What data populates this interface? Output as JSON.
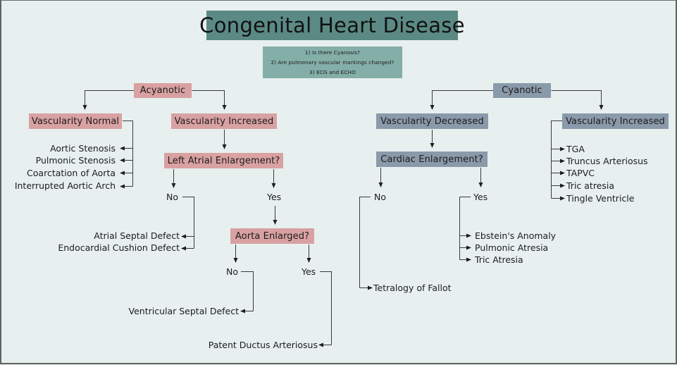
{
  "title": "Congenital Heart Disease",
  "questions": [
    "1) Is there Cyanosis?",
    "2) Are pulmonary vascular markings changed?",
    "3) ECG and ECHO"
  ],
  "colors": {
    "background": "#e7f0ef",
    "title_box": "#5b8a85",
    "questions_box": "#84aea8",
    "acyanotic_nodes": "#d9a1a2",
    "cyanotic_nodes": "#8a9aaa",
    "connector": "#2b2b2b"
  },
  "acyanotic": {
    "label": "Acyanotic",
    "vascularity_normal": {
      "label": "Vascularity Normal",
      "items": [
        "Aortic Stenosis",
        "Pulmonic Stenosis",
        "Coarctation of Aorta",
        "Interrupted Aortic Arch"
      ]
    },
    "vascularity_increased": {
      "label": "Vascularity Increased",
      "left_atrial_enlargement": {
        "label": "Left Atrial Enlargement?",
        "no": {
          "label": "No",
          "items": [
            "Atrial Septal Defect",
            "Endocardial Cushion Defect"
          ]
        },
        "yes": {
          "label": "Yes",
          "aorta_enlarged": {
            "label": "Aorta Enlarged?",
            "no": {
              "label": "No",
              "items": [
                "Ventricular Septal Defect"
              ]
            },
            "yes": {
              "label": "Yes",
              "items": [
                "Patent Ductus Arteriosus"
              ]
            }
          }
        }
      }
    }
  },
  "cyanotic": {
    "label": "Cyanotic",
    "vascularity_decreased": {
      "label": "Vascularity Decreased",
      "cardiac_enlargement": {
        "label": "Cardiac Enlargement?",
        "no": {
          "label": "No",
          "items": [
            "Tetralogy of Fallot"
          ]
        },
        "yes": {
          "label": "Yes",
          "items": [
            "Ebstein's Anomaly",
            "Pulmonic Atresia",
            "Tric Atresia"
          ]
        }
      }
    },
    "vascularity_increased": {
      "label": "Vascularity Increased",
      "items": [
        "TGA",
        "Truncus Arteriosus",
        "TAPVC",
        "Tric atresia",
        "Tingle Ventricle"
      ]
    }
  }
}
